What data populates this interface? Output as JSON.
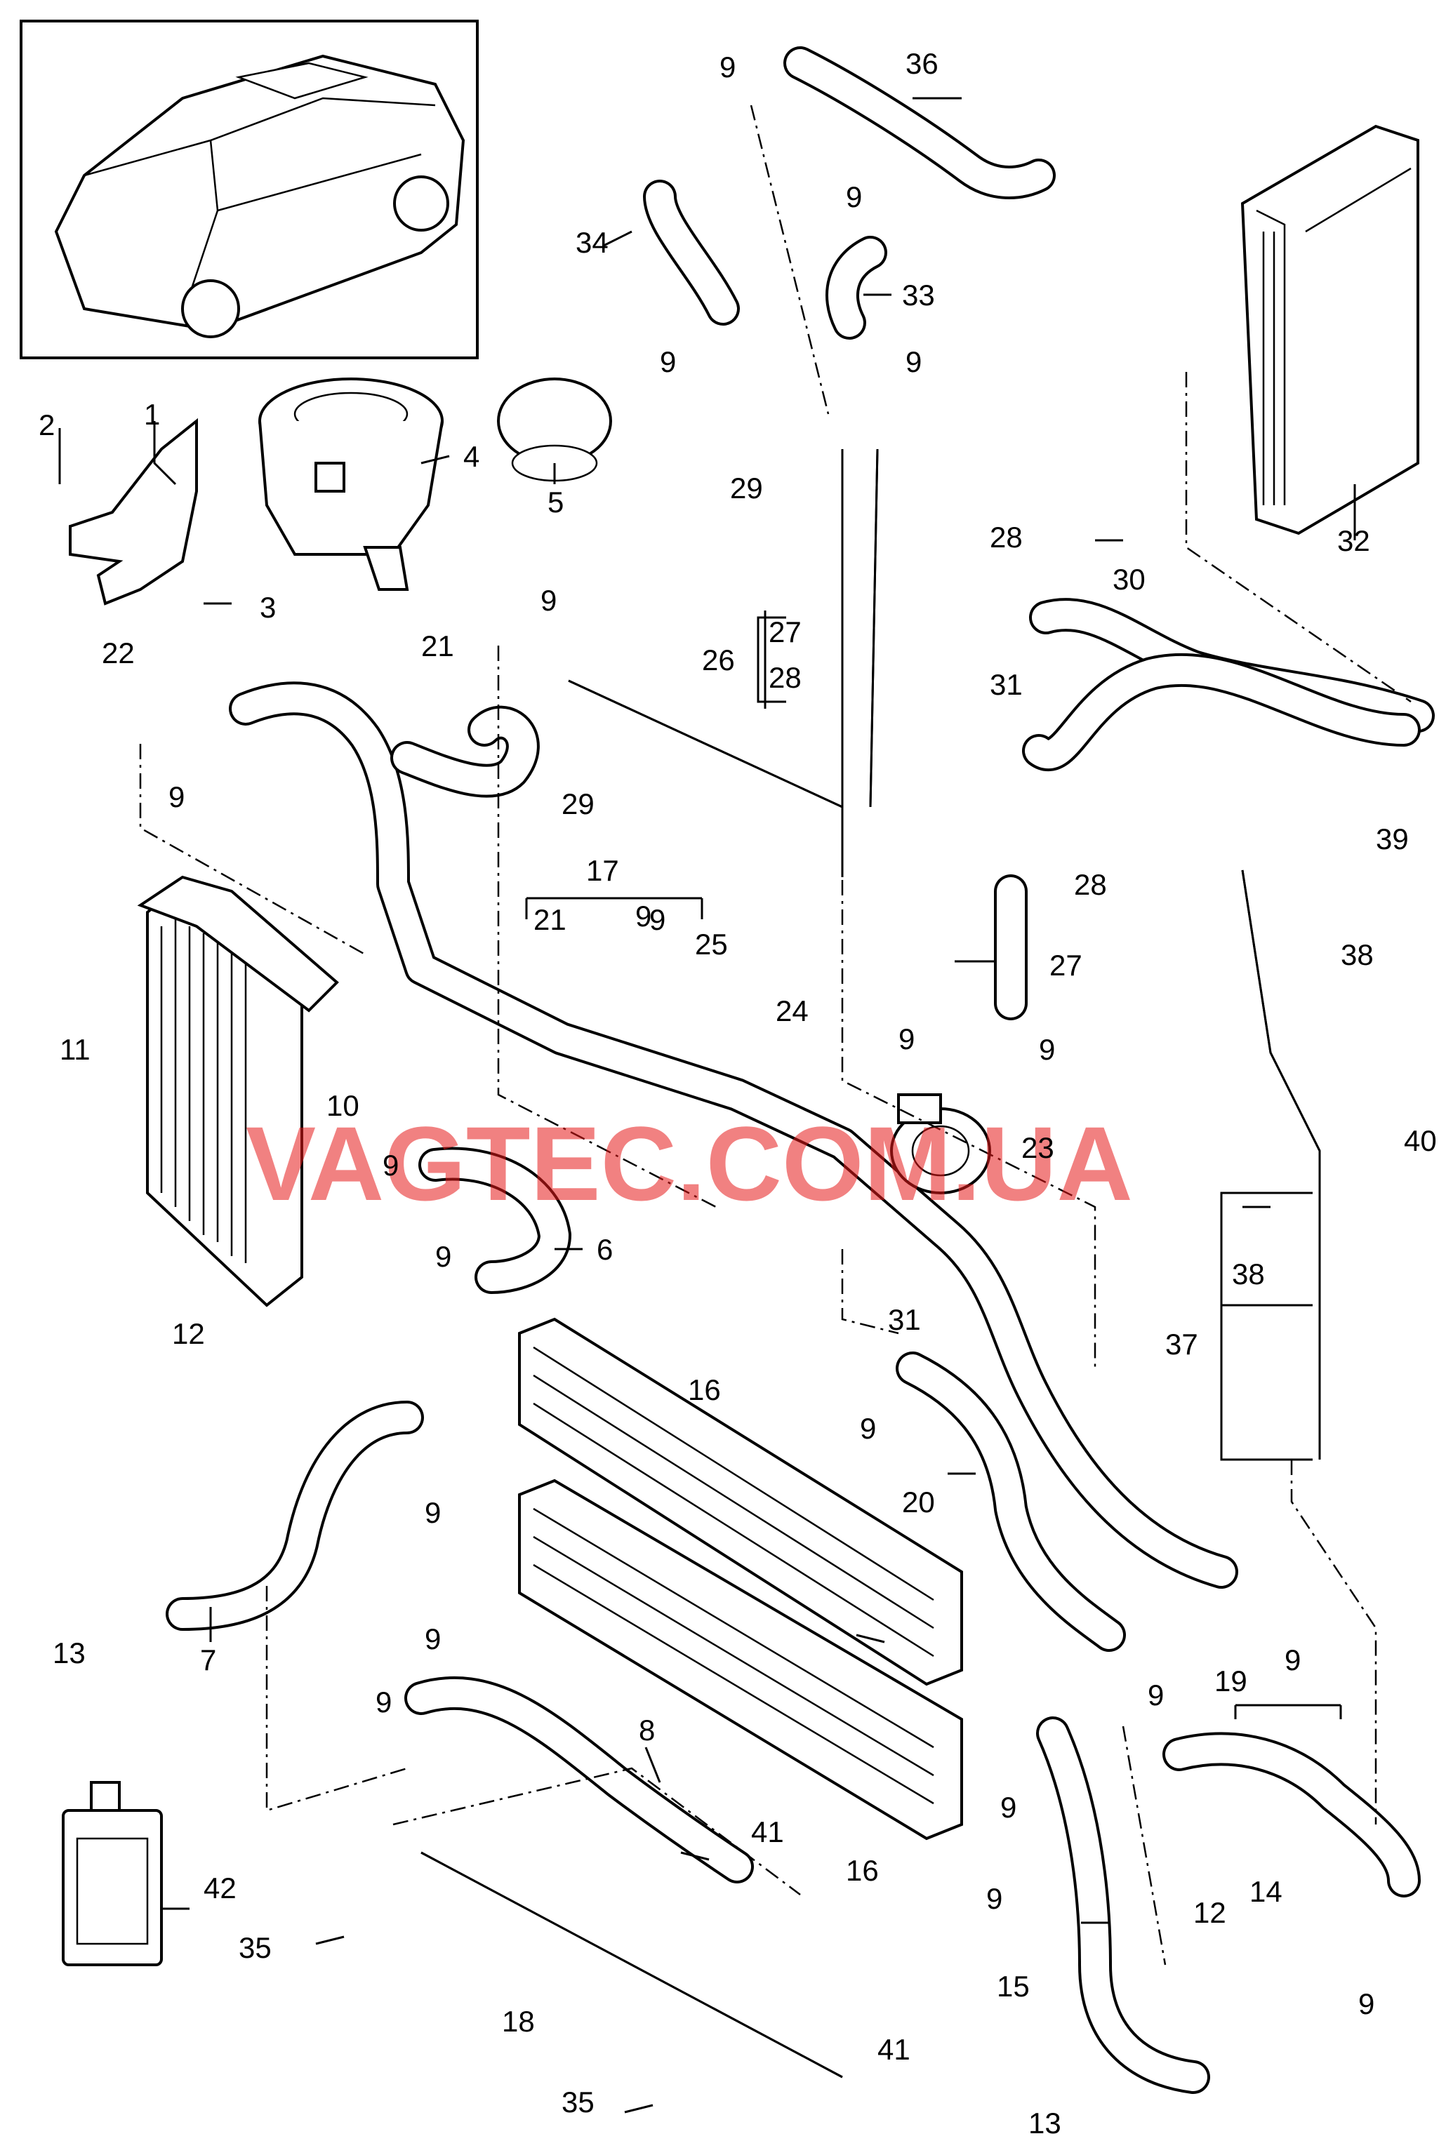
{
  "watermark": "VAGTEC.COM.UA",
  "callouts": [
    {
      "id": "c1",
      "text": "1"
    },
    {
      "id": "c2",
      "text": "2"
    },
    {
      "id": "c3",
      "text": "3"
    },
    {
      "id": "c4",
      "text": "4"
    },
    {
      "id": "c5",
      "text": "5"
    },
    {
      "id": "c6",
      "text": "6"
    },
    {
      "id": "c7",
      "text": "7"
    },
    {
      "id": "c8",
      "text": "8"
    },
    {
      "id": "c9a",
      "text": "9"
    },
    {
      "id": "c9b",
      "text": "9"
    },
    {
      "id": "c9c",
      "text": "9"
    },
    {
      "id": "c9d",
      "text": "9"
    },
    {
      "id": "c9e",
      "text": "9"
    },
    {
      "id": "c9f",
      "text": "9"
    },
    {
      "id": "c9g",
      "text": "9"
    },
    {
      "id": "c9h",
      "text": "9"
    },
    {
      "id": "c9i",
      "text": "9"
    },
    {
      "id": "c9j",
      "text": "9"
    },
    {
      "id": "c9k",
      "text": "9"
    },
    {
      "id": "c9l",
      "text": "9"
    },
    {
      "id": "c9m",
      "text": "9"
    },
    {
      "id": "c9n",
      "text": "9"
    },
    {
      "id": "c9o",
      "text": "9"
    },
    {
      "id": "c9p",
      "text": "9"
    },
    {
      "id": "c9q",
      "text": "9"
    },
    {
      "id": "c9r",
      "text": "9"
    },
    {
      "id": "c9s",
      "text": "9"
    },
    {
      "id": "c9t",
      "text": "9"
    },
    {
      "id": "c9u",
      "text": "9"
    },
    {
      "id": "c10",
      "text": "10"
    },
    {
      "id": "c11",
      "text": "11"
    },
    {
      "id": "c12a",
      "text": "12"
    },
    {
      "id": "c12b",
      "text": "12"
    },
    {
      "id": "c13a",
      "text": "13"
    },
    {
      "id": "c13b",
      "text": "13"
    },
    {
      "id": "c14",
      "text": "14"
    },
    {
      "id": "c15",
      "text": "15"
    },
    {
      "id": "c16a",
      "text": "16"
    },
    {
      "id": "c16b",
      "text": "16"
    },
    {
      "id": "c17",
      "text": "17"
    },
    {
      "id": "c18",
      "text": "18"
    },
    {
      "id": "c19",
      "text": "19"
    },
    {
      "id": "c20",
      "text": "20"
    },
    {
      "id": "c21a",
      "text": "21"
    },
    {
      "id": "c21b",
      "text": "21"
    },
    {
      "id": "c22",
      "text": "22"
    },
    {
      "id": "c23",
      "text": "23"
    },
    {
      "id": "c24",
      "text": "24"
    },
    {
      "id": "c25",
      "text": "25"
    },
    {
      "id": "c26",
      "text": "26"
    },
    {
      "id": "c27a",
      "text": "27"
    },
    {
      "id": "c27b",
      "text": "27"
    },
    {
      "id": "c28a",
      "text": "28"
    },
    {
      "id": "c28b",
      "text": "28"
    },
    {
      "id": "c28c",
      "text": "28"
    },
    {
      "id": "c29a",
      "text": "29"
    },
    {
      "id": "c29b",
      "text": "29"
    },
    {
      "id": "c30",
      "text": "30"
    },
    {
      "id": "c31a",
      "text": "31"
    },
    {
      "id": "c31b",
      "text": "31"
    },
    {
      "id": "c32",
      "text": "32"
    },
    {
      "id": "c33",
      "text": "33"
    },
    {
      "id": "c34",
      "text": "34"
    },
    {
      "id": "c35a",
      "text": "35"
    },
    {
      "id": "c35b",
      "text": "35"
    },
    {
      "id": "c36",
      "text": "36"
    },
    {
      "id": "c37",
      "text": "37"
    },
    {
      "id": "c38a",
      "text": "38"
    },
    {
      "id": "c38b",
      "text": "38"
    },
    {
      "id": "c39",
      "text": "39"
    },
    {
      "id": "c40",
      "text": "40"
    },
    {
      "id": "c41a",
      "text": "41"
    },
    {
      "id": "c41b",
      "text": "41"
    },
    {
      "id": "c42",
      "text": "42"
    }
  ]
}
